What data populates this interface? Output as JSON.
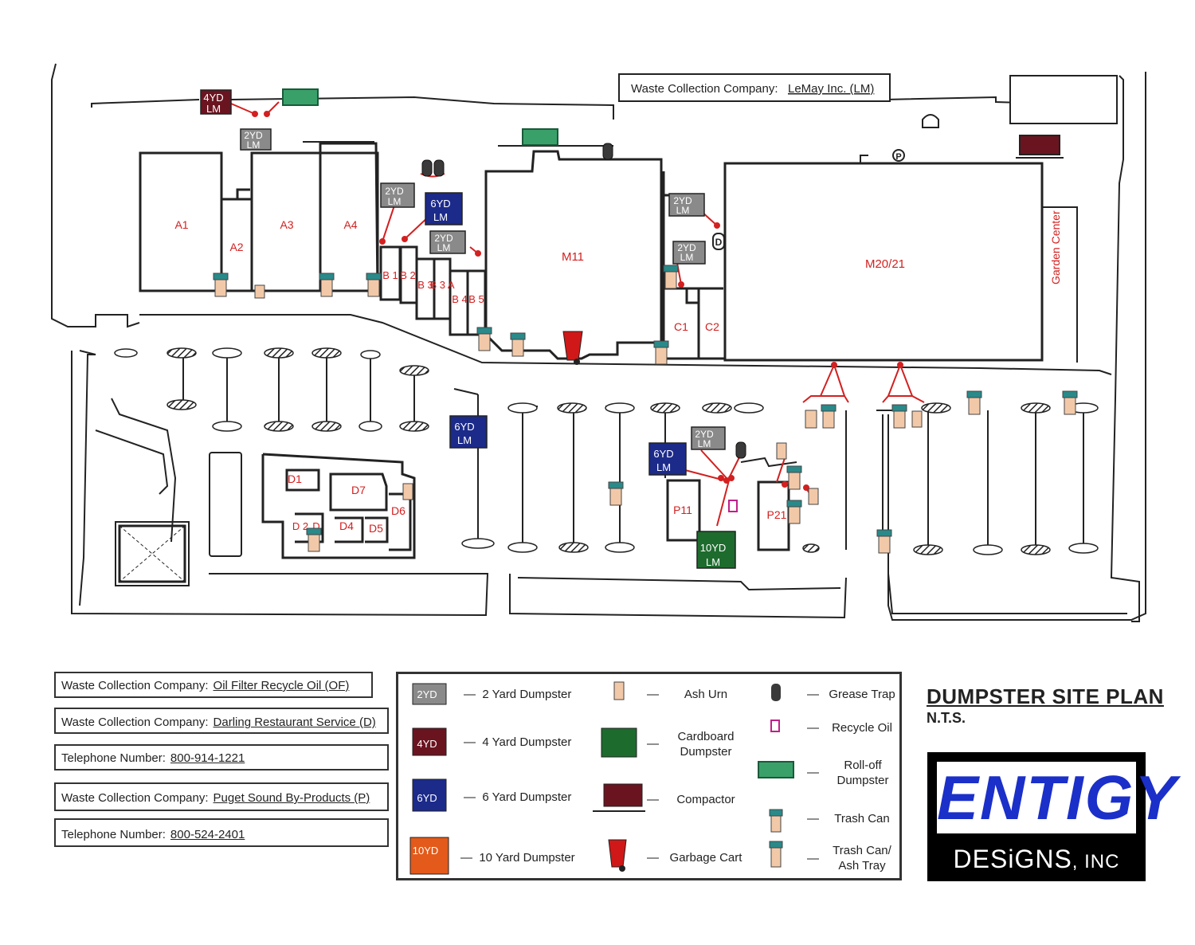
{
  "colors": {
    "line": "#222222",
    "label": "#d32020",
    "connector": "#d32020",
    "dumpster_2yd": "#8a8a8a",
    "dumpster_4yd": "#6a1420",
    "dumpster_6yd": "#1c2a8a",
    "dumpster_10yd": "#e35a1a",
    "dumpster_10yd_map": "#1e6b2e",
    "cardboard": "#1e6b2e",
    "rolloff": "#3aa06a",
    "ash_urn": "#f2c9a8",
    "trash_can_lid": "#2a8a8a",
    "garbage_cart": "#d01818",
    "grease_trap": "#333333",
    "recycle_oil": "#c0208a",
    "compactor": "#6a1420",
    "logo_blue": "#1b2fc9"
  },
  "top_box": {
    "key": "Waste Collection Company:",
    "value": "LeMay Inc. (LM)"
  },
  "building_labels": {
    "a1": "A1",
    "a2": "A2",
    "a3": "A3",
    "a4": "A4",
    "b1": "B 1",
    "b2": "B 2",
    "b3": "B 3",
    "b3a": "B 3 A",
    "b4": "B 4",
    "b5": "B 5",
    "m11": "M11",
    "m2021": "M20/21",
    "garden": "Garden Center",
    "c1": "C1",
    "c2": "C2",
    "d1": "D1",
    "d2": "D 2",
    "d3": "D",
    "d4": "D4",
    "d5": "D5",
    "d6": "D6",
    "d7": "D7",
    "p11": "P11",
    "p21": "P21",
    "p_marker": "P",
    "d_marker": "D"
  },
  "map_dumpsters": {
    "yd2": [
      "2YD",
      "LM"
    ],
    "yd4": [
      "4YD",
      "LM"
    ],
    "yd6": [
      "6YD",
      "LM"
    ],
    "yd10": [
      "10YD",
      "LM"
    ]
  },
  "info_boxes": [
    {
      "key": "Waste Collection Company:",
      "value": "Oil Filter Recycle Oil (OF)"
    },
    {
      "key": "Waste Collection Company:",
      "value": "Darling Restaurant Service (D)"
    },
    {
      "key": "Telephone Number:",
      "value": "800-914-1221"
    },
    {
      "key": "Waste Collection Company:",
      "value": "Puget Sound By-Products (P)"
    },
    {
      "key": "Telephone Number:",
      "value": "800-524-2401"
    }
  ],
  "legend": {
    "yd2": {
      "tag": "2YD",
      "label": "2 Yard Dumpster"
    },
    "yd4": {
      "tag": "4YD",
      "label": "4 Yard Dumpster"
    },
    "yd6": {
      "tag": "6YD",
      "label": "6 Yard Dumpster"
    },
    "yd10": {
      "tag": "10YD",
      "label": "10 Yard Dumpster"
    },
    "ash_urn": "Ash Urn",
    "cardboard": "Cardboard Dumpster",
    "compactor": "Compactor",
    "garbage_cart": "Garbage Cart",
    "grease_trap": "Grease Trap",
    "recycle_oil": "Recycle Oil",
    "rolloff": "Roll-off Dumpster",
    "trash_can": "Trash Can",
    "trash_can_ash": "Trash Can/ Ash Tray",
    "dash": "—"
  },
  "title": "DUMPSTER SITE PLAN",
  "subtitle": "N.T.S.",
  "logo": {
    "word": "ENTIGY",
    "sub": "DESiGNS",
    "sub_suffix": ", INC"
  }
}
